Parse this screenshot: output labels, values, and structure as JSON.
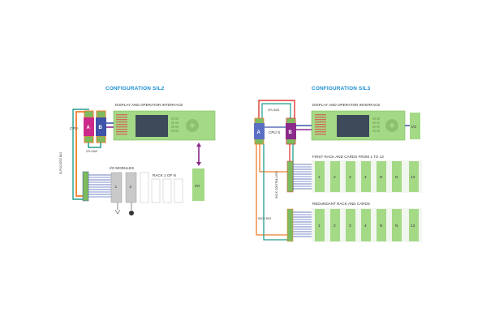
{
  "colors": {
    "green": "#a4d986",
    "green_dark": "#7dbb5e",
    "screen": "#3c4a5a",
    "magenta": "#cc2a8a",
    "blue": "#3d54a8",
    "orange": "#ee7d2b",
    "red": "#e03c33",
    "teal": "#1f9e8e",
    "purple": "#8b2a8a",
    "title_blue": "#1a8fd1"
  },
  "sil2": {
    "title": "CONFIGURATION SIL2",
    "display_label": "DISPLAY AND OPERATOR INTERFACE",
    "cpu_label": "CPU",
    "cpu_a": "A",
    "cpu_b": "B",
    "cpu_bus": "CPU BUS",
    "duplicated_bus": "DUPLICATED BUS",
    "io_modules": "I/O MODULES",
    "rack_label": "RACK 1 OF N",
    "io_label": "I/O",
    "card_1": "1",
    "card_2": "2"
  },
  "sil3": {
    "title": "CONFIGURATION SIL3",
    "display_label": "DISPLAY AND OPERATOR INTERFACE",
    "cpu_label": "CPU´S",
    "cpu_a": "A",
    "cpu_b": "B",
    "cpu_bus": "CPU BUS",
    "io_label": "I/O",
    "rack_controllers": "RACK CONTROLLERS",
    "rack_bus": "RACK BUS",
    "first_rack": "FIRST RACK AND CARDS FROM 1 TO 13",
    "redundant_rack": "REDUNDANT RACK AND CARDS",
    "cards": [
      "1",
      "2",
      "3",
      "4",
      "N",
      "N",
      "13"
    ]
  }
}
